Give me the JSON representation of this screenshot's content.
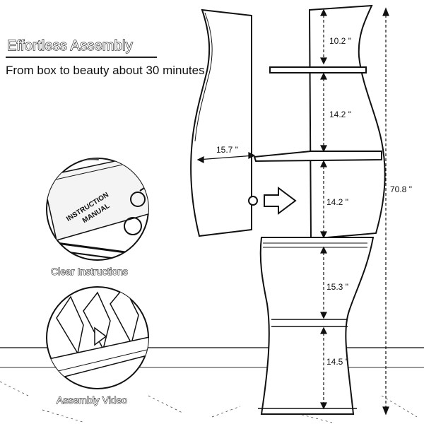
{
  "header": {
    "title": "Effortless Assembly",
    "subtitle": "From box to beauty about 30 minutes"
  },
  "features": [
    {
      "caption": "Clear Instructions",
      "manual_lines": [
        "INSTRUCTION",
        "MANUAL"
      ]
    },
    {
      "caption": "Assembly Video"
    }
  ],
  "dimensions": {
    "segment_1": "10.2 \"",
    "segment_2": "14.2 \"",
    "segment_3": "14.2 \"",
    "segment_4": "15.3 \"",
    "segment_5": "14.5 \"",
    "total_height": "70.8 \"",
    "shelf_width": "15.7 \""
  }
}
